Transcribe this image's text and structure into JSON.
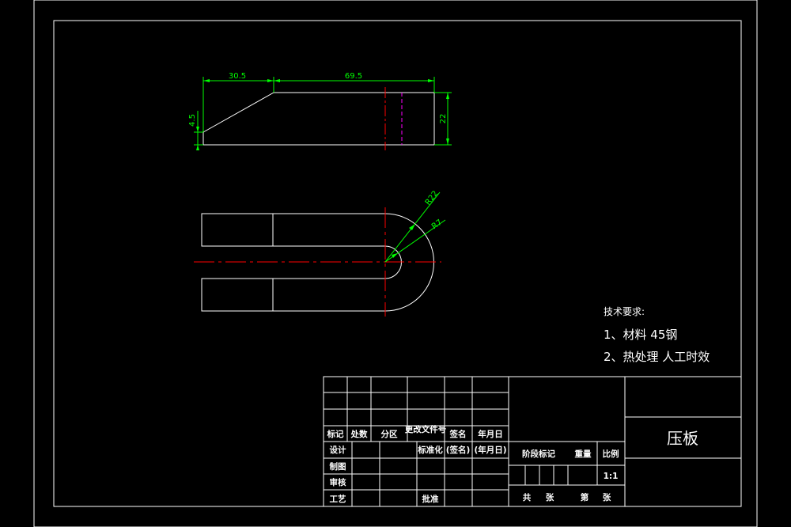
{
  "colors": {
    "background": "#000000",
    "outline": "#ffffff",
    "dimension": "#00ff00",
    "centerline": "#ff0000",
    "hidden_line": "#ff00ff"
  },
  "dimensions": {
    "slope_length": "30.5",
    "body_length": "69.5",
    "end_height": "4.5",
    "total_height": "22",
    "radius_outer": "R22",
    "radius_inner": "R7"
  },
  "notes": {
    "heading": "技术要求:",
    "line1": "1、材料 45钢",
    "line2": "2、热处理 人工时效"
  },
  "title_block": {
    "part_name": "压板",
    "headers": {
      "mark": "标记",
      "count": "处数",
      "zone": "分区",
      "change_doc": "更改文件号",
      "signature": "签名",
      "date": "年月日"
    },
    "rows": {
      "design": "设计",
      "standardize": "标准化",
      "sign_paren": "(签名)",
      "date_paren": "(年月日)",
      "draw": "制图",
      "review": "审核",
      "process": "工艺",
      "approve": "批准"
    },
    "stage_mark": "阶段标记",
    "weight": "重量",
    "scale_label": "比例",
    "scale_value": "1:1",
    "total": "共",
    "sheets1": "张",
    "sheet_no": "第",
    "sheets2": "张"
  }
}
